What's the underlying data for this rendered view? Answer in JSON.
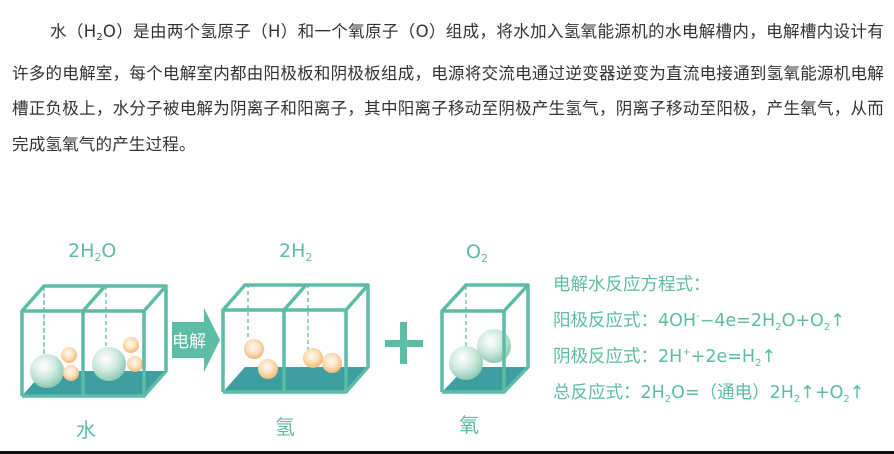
{
  "paragraph": {
    "p1": "水（H",
    "p1_sub": "2",
    "p2": "O）是由两个氢原子（H）和一个氧原子（O）组成，将水加入氢氧能源机的水电解槽内，电解槽内设计有许多的电解室，每个电解室内都由阳极板和阴极板组成，电源将交流电通过逆变器逆变为直流电接通到氢氧能源机电解槽正负极上，水分子被电解为阴离子和阳离子，其中阳离子移动至阴极产生氢气，阴离子移动至阳极，产生氧气，从而完成氢氧气的产生过程。"
  },
  "diagram": {
    "water": {
      "formula_pre": "2H",
      "formula_sub": "2",
      "formula_post": "O",
      "name": "水"
    },
    "arrow_label": "电解",
    "hydrogen": {
      "formula_pre": "2H",
      "formula_sub": "2",
      "name": "氢"
    },
    "plus": "+",
    "oxygen": {
      "formula_pre": "O",
      "formula_sub": "2",
      "name": "氧"
    }
  },
  "equations": {
    "title": "电解水反应方程式：",
    "anode": {
      "label": "阳极反应式：",
      "a": "4OH",
      "sup": "-",
      "b": "−4e=2H",
      "sub1": "2",
      "c": "O+O",
      "sub2": "2",
      "d": "↑"
    },
    "cathode": {
      "label": "阴极反应式：",
      "a": "2H",
      "sup": "+",
      "b": "+2e=H",
      "sub1": "2",
      "c": "↑"
    },
    "total": {
      "label": "总反应式：",
      "a": "2H",
      "sub1": "2",
      "b": "O=（通电）2H",
      "sub2": "2",
      "c": "↑+O",
      "sub3": "2",
      "d": "↑"
    }
  },
  "colors": {
    "teal_line": "#5cbca5",
    "teal_floor": "#3e9ea0",
    "text": "#333333",
    "oxygen_ball": "#bfe3d7",
    "hydrogen_ball": "#f8d4a6"
  }
}
